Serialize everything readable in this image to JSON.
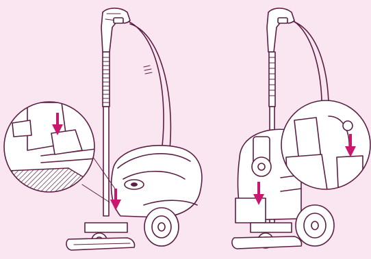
{
  "diagram": {
    "colors": {
      "background": "#f9e6f1",
      "line": "#5c1d43",
      "arrow": "#c8176e"
    },
    "panels": [
      {
        "name": "left",
        "view": "front-left",
        "arrow_direction": "down"
      },
      {
        "name": "right",
        "view": "rear",
        "arrow_direction": "down"
      }
    ],
    "icons": [
      "vacuum-cleaner",
      "zoom-detail",
      "down-arrow"
    ]
  }
}
